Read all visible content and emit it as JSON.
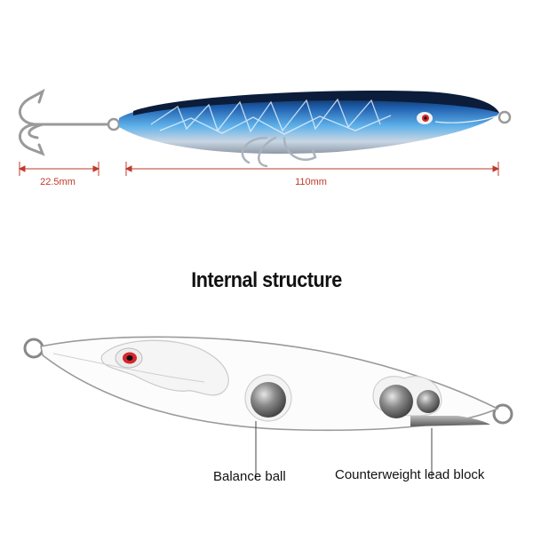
{
  "dimensions": {
    "hook_length": "22.5mm",
    "body_length": "110mm",
    "color": "#c0392b"
  },
  "section_title": "Internal structure",
  "callouts": {
    "balance_ball": "Balance ball",
    "counterweight": "Counterweight lead block"
  },
  "colors": {
    "lure_blue": "#1f78c8",
    "lure_dark": "#0b1d3a",
    "eye_red": "#d6262b",
    "ball_gray": "#7a7a7a"
  }
}
